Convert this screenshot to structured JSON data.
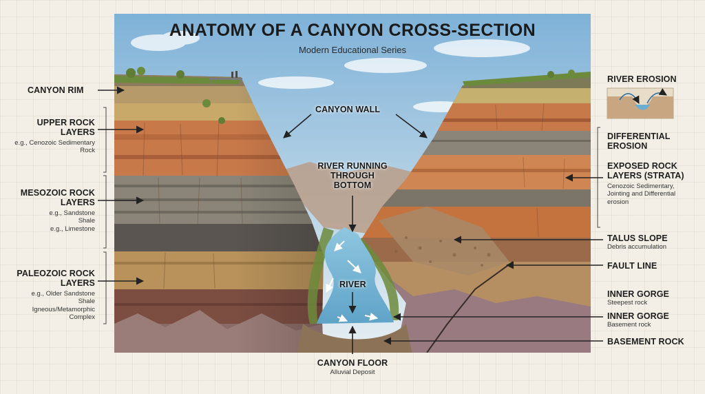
{
  "title": "ANATOMY OF A CANYON CROSS-SECTION",
  "subtitle": "Modern Educational Series",
  "labels": {
    "canyon_rim": "CANYON RIM",
    "upper_rock_layers": "UPPER ROCK LAYERS",
    "upper_rock_layers_note": "e.g., Cenozoic Sedimentary Rock",
    "mesozoic_rock_layers": "MESOZOIC ROCK LAYERS",
    "mesozoic_note_1": "e.g., Sandstone",
    "mesozoic_note_2": "Shale",
    "mesozoic_note_3": "e.g., Limestone",
    "paleozoic_rock_layers": "PALEOZOIC ROCK LAYERS",
    "paleozoic_note_1": "e.g., Older Sandstone",
    "paleozoic_note_2": "Shale",
    "paleozoic_note_3": "Igneous/Metamorphic Complex",
    "canyon_wall": "CANYON WALL",
    "river_running": "RIVER RUNNING THROUGH BOTTOM",
    "river": "RIVER",
    "canyon_floor": "CANYON FLOOR",
    "canyon_floor_note": "Alluvial Deposit",
    "river_erosion": "RIVER EROSION",
    "differential_erosion": "DIFFERENTIAL EROSION",
    "exposed_rock_layers": "EXPOSED ROCK LAYERS (STRATA)",
    "exposed_note": "Cenozoic Sedimentary, Jointing and Differential erosion",
    "talus_slope": "TALUS SLOPE",
    "talus_note": "Debris accumulation",
    "fault_line": "FAULT LINE",
    "inner_gorge_1": "INNER GORGE",
    "inner_gorge_1_note": "Steepest rock",
    "inner_gorge_2": "INNER GORGE",
    "inner_gorge_2_note": "Basement rock",
    "basement_rock": "BASEMENT ROCK"
  },
  "colors": {
    "sky_top": "#7fb2d8",
    "sky_bottom": "#e6eef2",
    "rock_orange": "#c8794a",
    "rock_grey": "#8a8578",
    "rock_dark": "#5e4a40",
    "river_blue": "#7ab8d6",
    "vegetation": "#6c8a3c",
    "arrow": "#222222"
  }
}
